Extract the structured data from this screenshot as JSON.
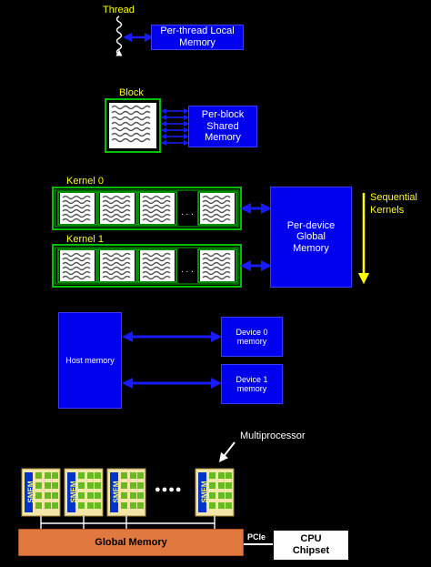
{
  "thread": {
    "label": "Thread",
    "memory": "Per-thread Local Memory"
  },
  "block": {
    "label": "Block",
    "memory": "Per-block Shared Memory"
  },
  "kernels": {
    "kernel0": "Kernel 0",
    "kernel1": "Kernel 1",
    "global_memory": "Per-device Global Memory",
    "sequential": "Sequential Kernels",
    "ellipsis": ". . ."
  },
  "host": {
    "host_memory": "Host memory",
    "device0": "Device 0 memory",
    "device1": "Device 1 memory"
  },
  "hardware": {
    "multiprocessor_label": "Multiprocessor",
    "smem_label": "SMEM",
    "global_memory": "Global Memory",
    "pcie": "PCIe",
    "cpu_chipset": "CPU Chipset",
    "ellipsis": "●●●●"
  },
  "colors": {
    "background": "#000000",
    "memory_blue": "#0000ee",
    "arrow_blue": "#1a1aff",
    "label_yellow": "#ffff00",
    "grid_green": "#00c000",
    "global_orange": "#e07840",
    "smem_tile": "#f5e6a8"
  }
}
